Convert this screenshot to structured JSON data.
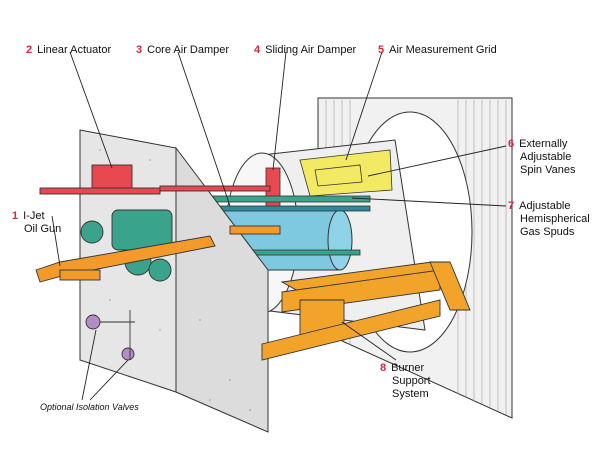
{
  "labels": [
    {
      "id": "linear-actuator",
      "num": "2",
      "lines": [
        "Linear Actuator"
      ]
    },
    {
      "id": "core-air-damper",
      "num": "3",
      "lines": [
        "Core Air Damper"
      ]
    },
    {
      "id": "sliding-air-damper",
      "num": "4",
      "lines": [
        "Sliding Air Damper"
      ]
    },
    {
      "id": "air-measurement-grid",
      "num": "5",
      "lines": [
        "Air Measurement Grid"
      ]
    },
    {
      "id": "spin-vanes",
      "num": "6",
      "lines": [
        "Externally",
        "Adjustable",
        "Spin Vanes"
      ]
    },
    {
      "id": "gas-spuds",
      "num": "7",
      "lines": [
        "Adjustable",
        "Hemispherical",
        "Gas Spuds"
      ]
    },
    {
      "id": "oil-gun",
      "num": "1",
      "lines": [
        "I-Jet",
        "Oil Gun"
      ]
    },
    {
      "id": "support-system",
      "num": "8",
      "lines": [
        "Burner",
        "Support",
        "System"
      ]
    }
  ],
  "note": "Optional Isolation Valves",
  "colors": {
    "callout_number": "#d7263d",
    "actuator_red": "#e8484f",
    "steel_blue": "#7fc9e0",
    "teal": "#3aa38c",
    "orange": "#f39a2a",
    "yellow": "#f2ea62",
    "wall_gray": "#e6e6e6",
    "violet": "#b58cc8"
  }
}
